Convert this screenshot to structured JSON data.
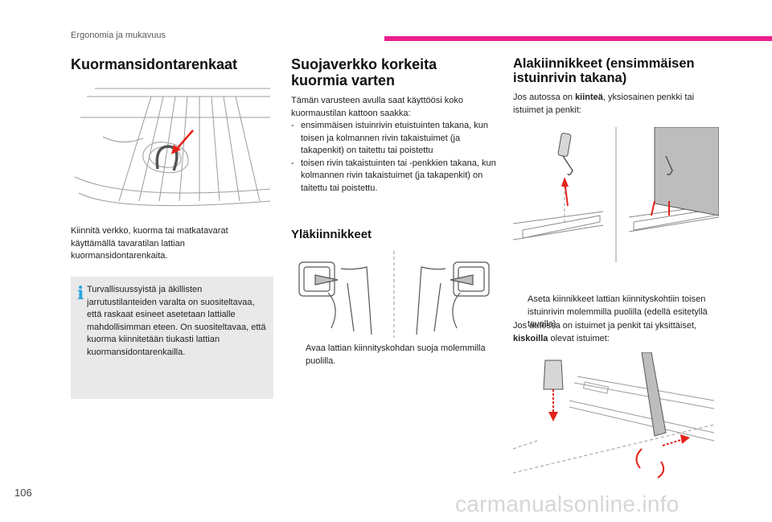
{
  "header": {
    "label": "Ergonomia ja mukavuus",
    "accent_color": "#ea1f8c"
  },
  "col1": {
    "title": "Kuormansidontarenkaat",
    "body": "Kiinnitä verkko, kuorma tai matkatavarat käyttämällä tavaratilan lattian kuormansidontarenkaita.",
    "info_icon": "info-icon",
    "info_text": "Turvallisuussyistä ja äkillisten jarrutustilanteiden varalta on suositeltavaa, että raskaat esineet asetetaan lattialle mahdollisimman eteen. On suositeltavaa, että kuorma kiinnitetään tiukasti lattian kuormansidontarenkailla."
  },
  "col2": {
    "title_line1": "Suojaverkko korkeita",
    "title_line2": "kuormia varten",
    "intro": "Tämän varusteen avulla saat käyttöösi koko kuormaustilan kattoon saakka:",
    "list": [
      {
        "mark": "-",
        "text": "ensimmäisen istuinrivin etuistuinten takana, kun toisen ja kolmannen rivin takaistuimet (ja takapenkit) on taitettu tai poistettu"
      },
      {
        "mark": "-",
        "text": "toisen rivin takaistuinten tai -penkkien takana, kun kolmannen rivin takaistuimet (ja takapenkit) on taitettu tai poistettu."
      }
    ],
    "subtitle": "Yläkiinnikkeet",
    "step_mark": "",
    "step": "Avaa lattian kiinnityskohdan suoja molemmilla puolilla."
  },
  "col3": {
    "title_line1": "Alakiinnikkeet (ensimmäisen",
    "title_line2": "istuinrivin takana)",
    "p1_pre": "Jos autossa on ",
    "p1_bold": "kiinteä",
    "p1_post": ", yksiosainen penkki tai istuimet ja penkit:",
    "step_mark": "",
    "step": "Aseta kiinnikkeet lattian kiinnityskohtiin toisen istuinrivin molemmilla puolilla (edellä esitetyllä tavalla).",
    "p2_pre": "Jos autossa on istuimet ja penkit tai yksittäiset, ",
    "p2_bold": "kiskoilla",
    "p2_post": " olevat istuimet:"
  },
  "footer": {
    "page_number": "106",
    "watermark": "carmanualsonline.info"
  },
  "colors": {
    "arrow_red": "#e2231a",
    "info_blue": "#2aa3dd",
    "box_gray": "#e9e9e9"
  }
}
